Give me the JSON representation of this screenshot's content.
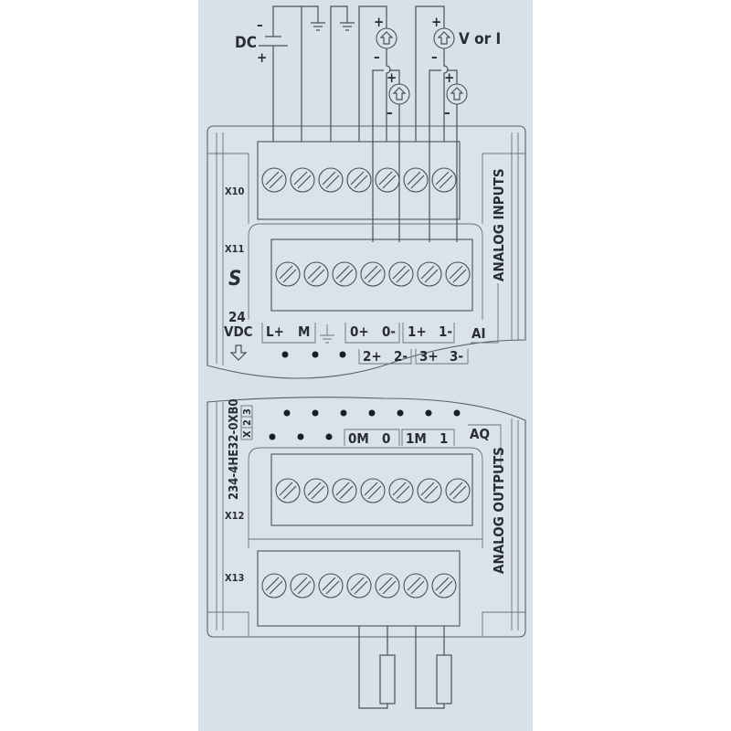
{
  "colors": {
    "panel": "#d8e1e9",
    "line": "#4a4f55",
    "text": "#2a2e33"
  },
  "wiring": {
    "dc_label": "DC",
    "dc_minus": "–",
    "dc_plus": "+",
    "source_label": "V or I",
    "plus": "+",
    "minus": "–",
    "source_icon": "current-voltage-source-icon",
    "load_icon": "resistor-icon"
  },
  "connectors": {
    "x10": "X10",
    "x11": "X11",
    "x12": "X12",
    "x13": "X13"
  },
  "power": {
    "line1": "24",
    "line2": "VDC"
  },
  "ai": {
    "terminals_row1": [
      "L+",
      "M",
      "0+",
      "0-",
      "1+",
      "1-"
    ],
    "terminals_row2": [
      "2+",
      "2-",
      "3+",
      "3-"
    ],
    "tag": "AI",
    "side_label": "ANALOG INPUTS"
  },
  "aq": {
    "terminals": [
      "0M",
      "0",
      "1M",
      "1"
    ],
    "tag": "AQ",
    "side_label": "ANALOG OUTPUTS"
  },
  "module": {
    "part_number": "234-4HE32-0XB0",
    "version_boxes": [
      "X",
      "2",
      "3"
    ],
    "logo": "Siemens S logo"
  }
}
